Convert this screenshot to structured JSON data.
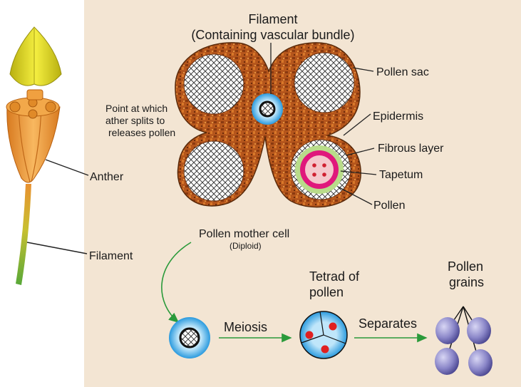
{
  "labels": {
    "filament_title": "Filament",
    "filament_subtitle": "(Containing vascular bundle)",
    "pollen_sac": "Pollen sac",
    "point_line1": "Point at which",
    "point_line2": "ather splits to",
    "point_line3": "releases pollen",
    "epidermis": "Epidermis",
    "fibrous_layer": "Fibrous layer",
    "tapetum": "Tapetum",
    "pollen": "Pollen",
    "anther": "Anther",
    "filament_side": "Filament",
    "pmc_line1": "Pollen mother cell",
    "pmc_line2": "(Diploid)",
    "meiosis": "Meiosis",
    "tetrad_line1": "Tetrad of",
    "tetrad_line2": "pollen",
    "separates": "Separates",
    "grains_line1": "Pollen",
    "grains_line2": "grains"
  },
  "colors": {
    "panel_bg": "#f3e5d3",
    "anther_tissue": "#b5561c",
    "epidermis_dots": "#e8c89a",
    "vascular_ring": "#3aa6e0",
    "tapetum_ring": "#e0187c",
    "fibrous_ring": "#b9dc8a",
    "flow_arrow": "#2a9a3a",
    "pollen_grain": "#8a86c8",
    "tetrad_dots": "#e02020",
    "stamen_orange": "#f0a040",
    "anther_yellow": "#e8e020",
    "filament_green": "#70b040"
  }
}
